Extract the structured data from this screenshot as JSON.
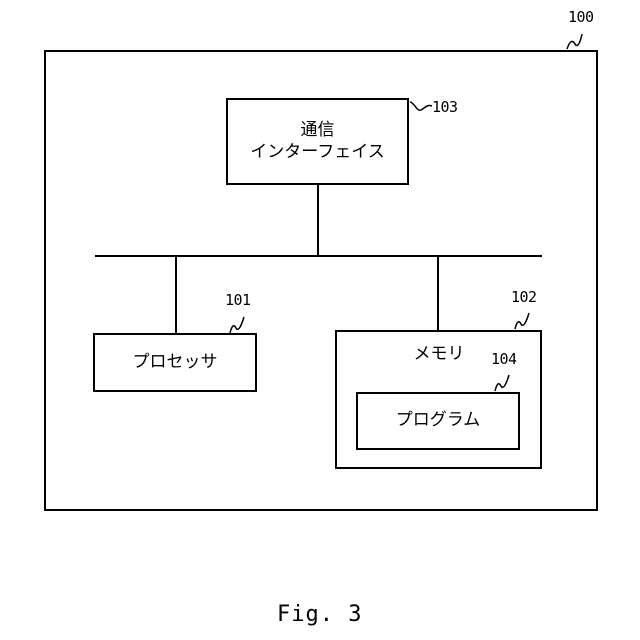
{
  "figure": {
    "caption": "Fig. 3",
    "device": {
      "ref": "100"
    },
    "communication_interface": {
      "ref": "103",
      "line1": "通信",
      "line2": "インターフェイス"
    },
    "processor": {
      "ref": "101",
      "label": "プロセッサ"
    },
    "memory": {
      "ref": "102",
      "label": "メモリ"
    },
    "program": {
      "ref": "104",
      "label": "プログラム"
    }
  }
}
